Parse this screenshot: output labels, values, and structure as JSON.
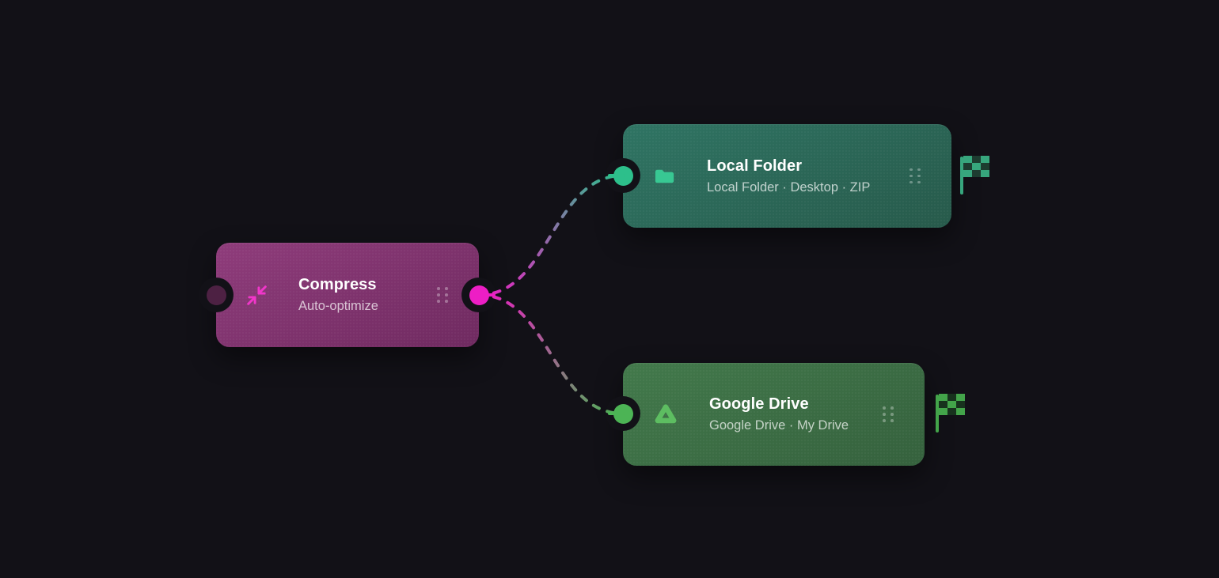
{
  "app": {
    "name": "workflow-canvas",
    "background": "#121117"
  },
  "nodes": [
    {
      "id": "compress",
      "title": "Compress",
      "subtitle": "Auto-optimize",
      "icon": "compress-icon",
      "theme": {
        "gradient_from": "#8f3c7b",
        "gradient_to": "#6f2a60",
        "icon_color": "#f136ca",
        "output_port_color": "#ed1ec5",
        "input_port_color": "#4d2143"
      }
    },
    {
      "id": "local-folder",
      "title": "Local Folder",
      "subtitle": "Local Folder · Desktop · ZIP",
      "icon": "folder-icon",
      "theme": {
        "gradient_from": "#2f7463",
        "gradient_to": "#275a4b",
        "icon_color": "#38c893",
        "input_port_color": "#2dbf8b",
        "flag_on": "#37a67d",
        "flag_off": "#1d3c30"
      }
    },
    {
      "id": "google-drive",
      "title": "Google Drive",
      "subtitle": "Google Drive · My Drive",
      "icon": "google-drive-icon",
      "theme": {
        "gradient_from": "#42794b",
        "gradient_to": "#35613d",
        "icon_color": "#5dbd61",
        "input_port_color": "#4cb455",
        "flag_on": "#43a44a",
        "flag_off": "#17321d"
      }
    }
  ],
  "edges": [
    {
      "from": "compress",
      "to": "local-folder",
      "color_from": "#ed1ec5",
      "color_to": "#2dbf8b"
    },
    {
      "from": "compress",
      "to": "google-drive",
      "color_from": "#ed1ec5",
      "color_to": "#4cb455"
    }
  ]
}
